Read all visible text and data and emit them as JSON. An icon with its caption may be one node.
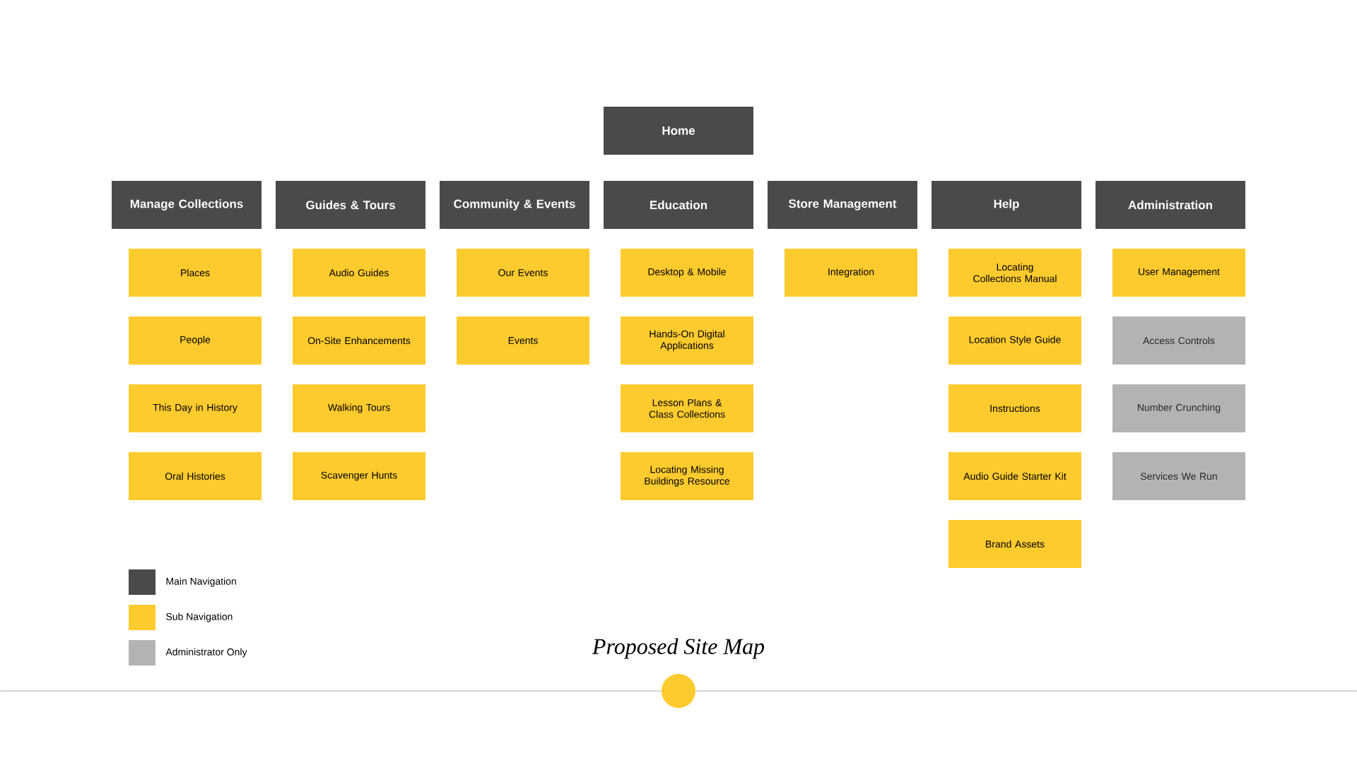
{
  "diagram": {
    "title": "Proposed Site Map",
    "nodes": [
      {
        "text": [
          "Home"
        ]
      },
      {
        "text": [
          "Manage Collections"
        ]
      },
      {
        "text": [
          "Guides & Tours"
        ]
      },
      {
        "text": [
          "Community & Events"
        ]
      },
      {
        "text": [
          "Education"
        ]
      },
      {
        "text": [
          "Store Management"
        ]
      },
      {
        "text": [
          "Help"
        ]
      },
      {
        "text": [
          "Administration"
        ]
      },
      {
        "text": [
          "Places"
        ]
      },
      {
        "text": [
          "People"
        ]
      },
      {
        "text": [
          "This Day in History"
        ]
      },
      {
        "text": [
          "Oral Histories"
        ]
      },
      {
        "text": [
          "Audio Guides"
        ]
      },
      {
        "text": [
          "On-Site Enhancements"
        ]
      },
      {
        "text": [
          "Walking Tours"
        ]
      },
      {
        "text": [
          "Scavenger Hunts"
        ]
      },
      {
        "text": [
          "Our Events"
        ]
      },
      {
        "text": [
          "Events"
        ]
      },
      {
        "text": [
          "Desktop & Mobile"
        ]
      },
      {
        "text": [
          "Hands-On Digital Applications"
        ]
      },
      {
        "text": [
          "Lesson Plans & Class Collections"
        ]
      },
      {
        "text": [
          "Locating Missing Buildings Resource"
        ]
      },
      {
        "text": [
          "Integration"
        ]
      },
      {
        "text": [
          "Locating Collections Manual"
        ]
      },
      {
        "text": [
          "Location Style Guide"
        ]
      },
      {
        "text": [
          "Instructions"
        ]
      },
      {
        "text": [
          "Audio Guide Starter Kit"
        ]
      },
      {
        "text": [
          "Brand Assets"
        ]
      },
      {
        "text": [
          "User Management"
        ]
      },
      {
        "text": [
          "Access Controls"
        ]
      },
      {
        "text": [
          "Number Crunching"
        ]
      },
      {
        "text": [
          "Services We Run"
        ]
      }
    ],
    "legend": [
      {
        "text": "Main Navigation",
        "color": "#4a4a4a"
      },
      {
        "text": "Sub Navigation",
        "color": "#fdcb2e"
      },
      {
        "text": "Administrator Only",
        "color": "#b3b3b3"
      }
    ]
  }
}
